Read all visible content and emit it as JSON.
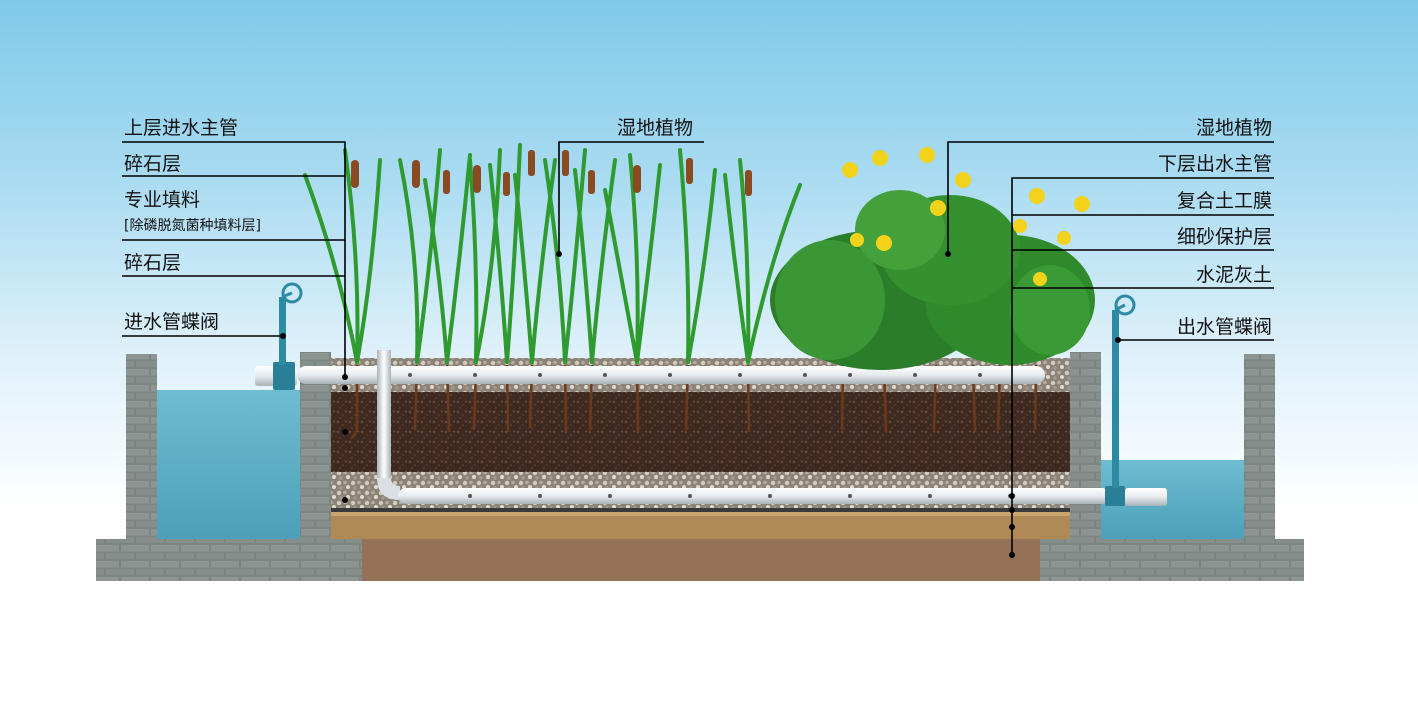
{
  "diagram": {
    "left_labels": {
      "upper_inlet_main_pipe": "上层进水主管",
      "gravel_layer_top": "碎石层",
      "special_filler": "专业填料",
      "filler_note": "[除磷脱氮菌种填料层]",
      "gravel_layer_bottom": "碎石层",
      "inlet_butterfly_valve": "进水管蝶阀"
    },
    "center_labels": {
      "wetland_plants": "湿地植物"
    },
    "right_labels": {
      "wetland_plants": "湿地植物",
      "lower_outlet_main_pipe": "下层出水主管",
      "composite_geomembrane": "复合土工膜",
      "fine_sand_protective_layer": "细砂保护层",
      "cement_lime_soil": "水泥灰土",
      "outlet_butterfly_valve": "出水管蝶阀"
    }
  },
  "colors": {
    "sky": "#7fc9ea",
    "water": "#5fb3cc",
    "soil": "#4a2e24",
    "gravel": "#b9b1a5",
    "sand": "#b08a56",
    "base": "#8f6c52",
    "brick": "#7d8581",
    "pipe": "#e8edf0",
    "valve": "#2c8ba3",
    "reed": "#2f9a2f",
    "canna_leaf": "#2f8a2c",
    "canna_flower": "#f2d21b",
    "leader_line": "#000000"
  }
}
